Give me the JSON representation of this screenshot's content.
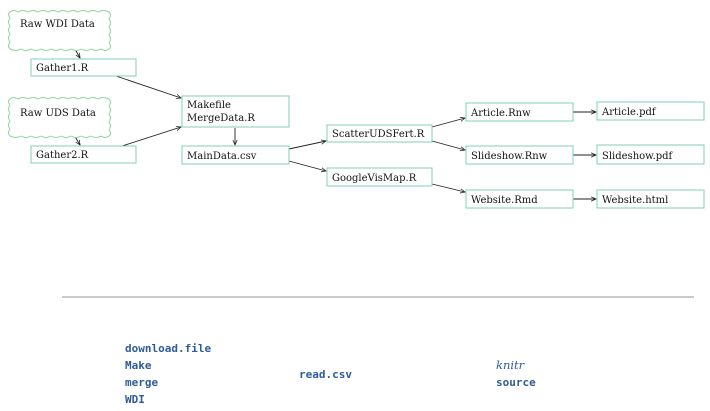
{
  "nodes": {
    "raw_wdi": "Raw WDI Data",
    "gather1": "Gather1.R",
    "raw_uds": "Raw UDS Data",
    "gather2": "Gather2.R",
    "makefile_line1": "Makefile",
    "makefile_line2": "MergeData.R",
    "maindata": "MainData.csv",
    "scatter": "ScatterUDSFert.R",
    "googlevis": "GoogleVisMap.R",
    "article_rnw": "Article.Rnw",
    "slideshow_rnw": "Slideshow.Rnw",
    "website_rmd": "Website.Rmd",
    "article_pdf": "Article.pdf",
    "slideshow_pdf": "Slideshow.pdf",
    "website_html": "Website.html"
  },
  "legend": {
    "col1": [
      "download.file",
      "Make",
      "merge",
      "WDI"
    ],
    "col2": [
      "read.csv"
    ],
    "col3": [
      "knitr",
      "source"
    ]
  },
  "colors": {
    "box_border": "#7fcfb8",
    "cloud_border": "#8fd39a",
    "legend_text": "#2f5b9a",
    "divider": "#b8b8b8"
  }
}
